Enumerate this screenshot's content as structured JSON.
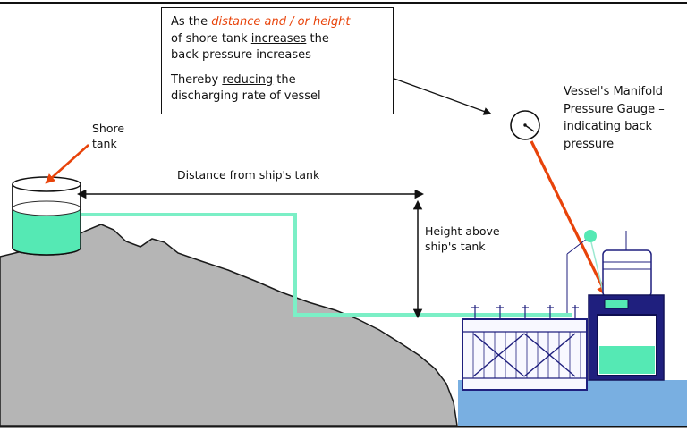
{
  "annotation": {
    "p1_pre": "As the ",
    "p1_highlight": "distance and / or height",
    "p1_line2_pre": "of shore tank ",
    "p1_line2_underlined": "increases",
    "p1_line2_post": " the",
    "p1_line3": "back pressure increases",
    "p2_pre": "Thereby ",
    "p2_underlined": "reducing",
    "p2_post": " the",
    "p2_line2": "discharging rate of vessel"
  },
  "labels": {
    "shore_tank_line1": "Shore",
    "shore_tank_line2": "tank",
    "distance": "Distance from ship's tank",
    "height_line1": "Height above",
    "height_line2": "ship's tank",
    "gauge_line1": "Vessel's Manifold",
    "gauge_line2": "Pressure Gauge –",
    "gauge_line3": "indicating back",
    "gauge_line4": "pressure"
  },
  "colors": {
    "accent_orange": "#E8430A",
    "pipe_teal": "#7BEFC6",
    "liquid_teal": "#55E9B4",
    "terrain_gray": "#B5B5B5",
    "water_blue": "#79AFE1",
    "ship_navy": "#1F1F7E",
    "ink_black": "#111111"
  }
}
